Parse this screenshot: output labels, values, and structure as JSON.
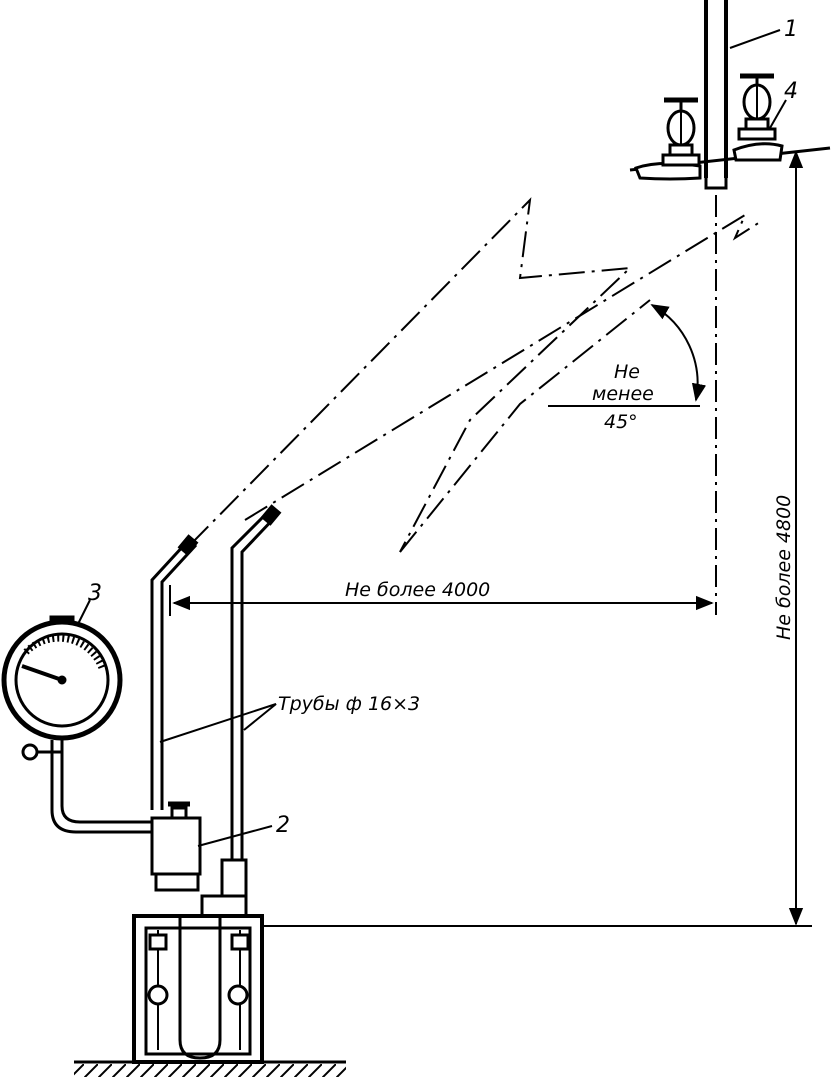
{
  "labels": {
    "callout_1": "1",
    "callout_2": "2",
    "callout_3": "3",
    "callout_4": "4"
  },
  "dimensions": {
    "angle_line1": "Не",
    "angle_line2": "менее",
    "angle_line3": "45°",
    "horizontal": "Не более 4000",
    "vertical": "Не более 4800"
  },
  "notes": {
    "pipes": "Трубы ф 16×3"
  },
  "colors": {
    "ink": "#000000",
    "paper": "#ffffff"
  }
}
